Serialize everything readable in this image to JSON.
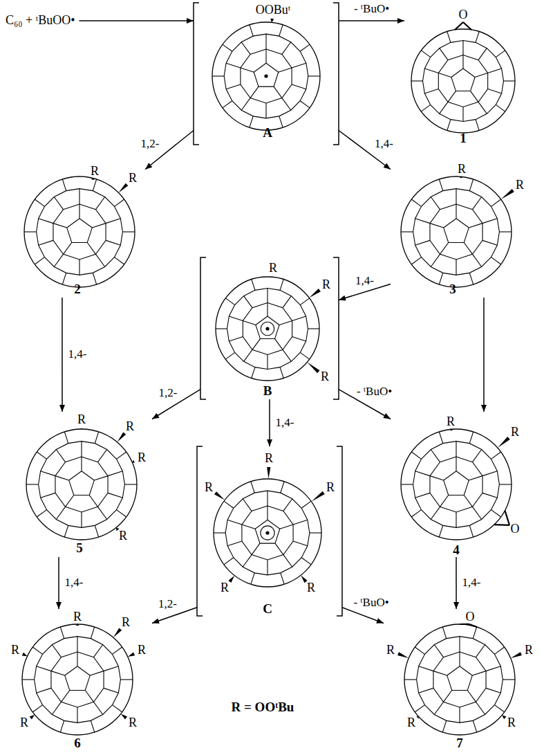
{
  "diagram": {
    "nodes": [
      {
        "text": [
          "C₆₀ + ᵗBuOO•"
        ]
      },
      {
        "text": [
          "OOBuᵗ",
          "A"
        ]
      },
      {
        "text": [
          "O",
          "1"
        ]
      },
      {
        "text": [
          "R",
          "R",
          "2"
        ]
      },
      {
        "text": [
          "R",
          "R",
          "3"
        ]
      },
      {
        "text": [
          "R",
          "R",
          "R",
          "B"
        ]
      },
      {
        "text": [
          "R",
          "R",
          "R",
          "R",
          "5"
        ]
      },
      {
        "text": [
          "R",
          "R",
          "O",
          "4"
        ]
      },
      {
        "text": [
          "R",
          "R",
          "R",
          "R",
          "R",
          "C"
        ]
      },
      {
        "text": [
          "R",
          "R",
          "R",
          "R",
          "R",
          "R",
          "6"
        ]
      },
      {
        "text": [
          "O",
          "R",
          "R",
          "R",
          "R",
          "7"
        ]
      }
    ],
    "edges": [
      {
        "from": 0,
        "to": 1,
        "arrow": "to"
      },
      {
        "from": 1,
        "to": 2,
        "arrow": "to",
        "label": "- ᵗBuO•"
      },
      {
        "from": 1,
        "to": 3,
        "arrow": "to",
        "label": "1,2-"
      },
      {
        "from": 1,
        "to": 4,
        "arrow": "to",
        "label": "1,4-"
      },
      {
        "from": 3,
        "to": 6,
        "arrow": "to",
        "label": "1,4-"
      },
      {
        "from": 4,
        "to": 5,
        "arrow": "to",
        "label": "1,4-"
      },
      {
        "from": 4,
        "to": 7,
        "arrow": "to"
      },
      {
        "from": 5,
        "to": 6,
        "arrow": "to",
        "label": "1,2-"
      },
      {
        "from": 5,
        "to": 8,
        "arrow": "to",
        "label": "1,4-"
      },
      {
        "from": 5,
        "to": 7,
        "arrow": "to",
        "label": "- ᵗBuO•"
      },
      {
        "from": 6,
        "to": 9,
        "arrow": "to",
        "label": "1,4-"
      },
      {
        "from": 7,
        "to": 10,
        "arrow": "to",
        "label": "1,4-"
      },
      {
        "from": 8,
        "to": 9,
        "arrow": "to",
        "label": "1,2-"
      },
      {
        "from": 8,
        "to": 10,
        "arrow": "to",
        "label": "- ᵗBuO•"
      }
    ],
    "labels": [
      "R = OOᵗBu"
    ]
  }
}
